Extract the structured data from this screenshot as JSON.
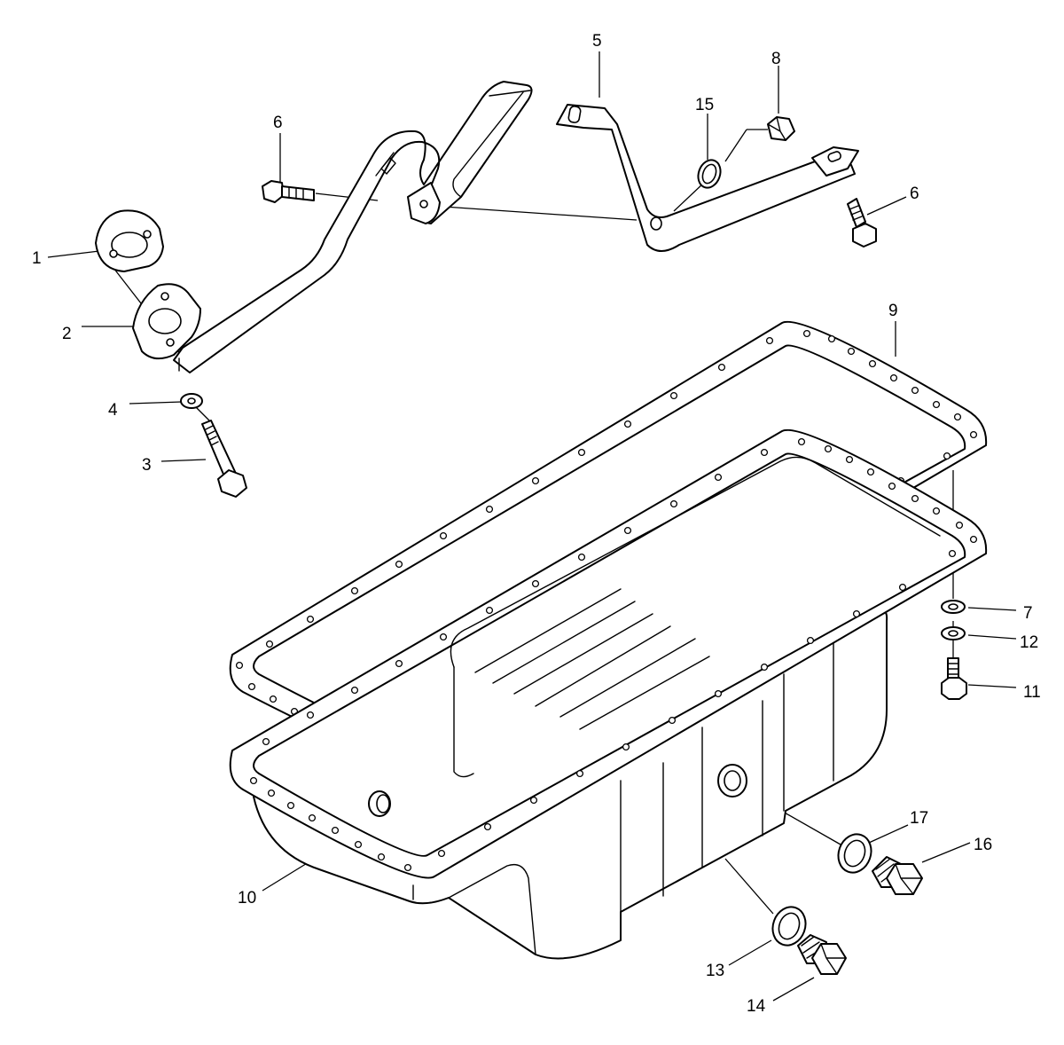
{
  "callouts": {
    "c1": "1",
    "c2": "2",
    "c3": "3",
    "c4": "4",
    "c5": "5",
    "c6a": "6",
    "c6b": "6",
    "c7": "7",
    "c8": "8",
    "c9": "9",
    "c10": "10",
    "c11": "11",
    "c12": "12",
    "c13": "13",
    "c14": "14",
    "c15": "15",
    "c16": "16",
    "c17": "17"
  },
  "colors": {
    "line": "#000000",
    "background": "#ffffff"
  }
}
